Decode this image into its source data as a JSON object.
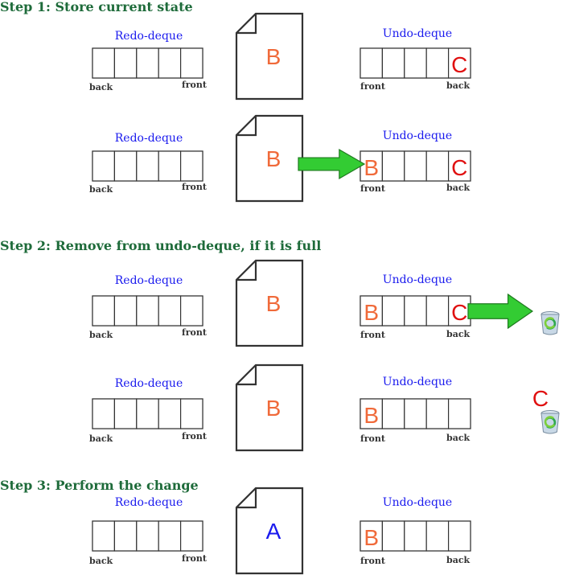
{
  "steps": [
    {
      "title": "Step 1: Store current state"
    },
    {
      "title": "Step 2: Remove from undo-deque, if it is full"
    },
    {
      "title": "Step 3: Perform the change"
    }
  ],
  "labels": {
    "redo": "Redo-deque",
    "undo": "Undo-deque",
    "back": "back",
    "front": "front"
  },
  "colors": {
    "state_b": "#f06a3a",
    "state_c": "#e01010",
    "state_a": "#1a1aee",
    "arrow": "#33cc33"
  },
  "rows": [
    {
      "doc": "B",
      "redo_cells": [
        "",
        "",
        "",
        "",
        ""
      ],
      "undo_cells": [
        "",
        "",
        "",
        "",
        "C"
      ],
      "arrow_to_undo": false,
      "arrow_to_trash": false,
      "trash": false,
      "trash_letter": ""
    },
    {
      "doc": "B",
      "redo_cells": [
        "",
        "",
        "",
        "",
        ""
      ],
      "undo_cells": [
        "B",
        "",
        "",
        "",
        "C"
      ],
      "arrow_to_undo": true,
      "arrow_to_trash": false,
      "trash": false,
      "trash_letter": ""
    },
    {
      "doc": "B",
      "redo_cells": [
        "",
        "",
        "",
        "",
        ""
      ],
      "undo_cells": [
        "B",
        "",
        "",
        "",
        "C"
      ],
      "arrow_to_undo": false,
      "arrow_to_trash": true,
      "trash": true,
      "trash_letter": ""
    },
    {
      "doc": "B",
      "redo_cells": [
        "",
        "",
        "",
        "",
        ""
      ],
      "undo_cells": [
        "B",
        "",
        "",
        "",
        ""
      ],
      "arrow_to_undo": false,
      "arrow_to_trash": false,
      "trash": true,
      "trash_letter": "C"
    },
    {
      "doc": "A",
      "redo_cells": [
        "",
        "",
        "",
        "",
        ""
      ],
      "undo_cells": [
        "B",
        "",
        "",
        "",
        ""
      ],
      "arrow_to_undo": false,
      "arrow_to_trash": false,
      "trash": false,
      "trash_letter": ""
    }
  ]
}
